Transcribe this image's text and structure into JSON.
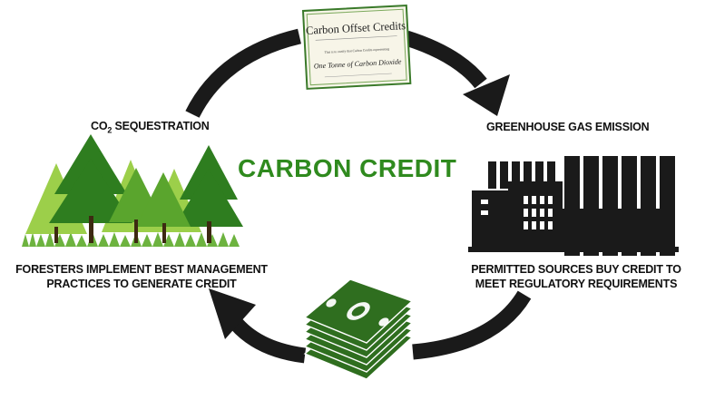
{
  "diagram": {
    "title": "CARBON CREDIT",
    "certificate": {
      "heading": "Carbon Offset Credits",
      "fine_print": "This is to certify that Carbon Credits representing",
      "subheading": "One Tonne of Carbon Dioxide"
    },
    "nodes": {
      "sequestration": {
        "label_main": "CO",
        "label_sub": "2",
        "label_rest": " SEQUESTRATION",
        "caption_line1": "FORESTERS IMPLEMENT BEST MANAGEMENT",
        "caption_line2": "PRACTICES TO GENERATE CREDIT"
      },
      "emission": {
        "label": "GREENHOUSE GAS EMISSION",
        "caption_line1": "PERMITTED SOURCES BUY CREDIT TO",
        "caption_line2": "MEET REGULATORY REQUIREMENTS"
      }
    },
    "colors": {
      "title": "#2f8a1e",
      "arrow": "#1a1a1a",
      "tree_dark": "#2e7d1f",
      "tree_light": "#8cc63f",
      "grass": "#6db33f",
      "factory": "#1a1a1a",
      "money": "#2f6e1f",
      "certificate_border": "#3a7a2a"
    },
    "icons": [
      "forest-icon",
      "factory-icon",
      "money-stack-icon",
      "certificate-icon"
    ]
  }
}
